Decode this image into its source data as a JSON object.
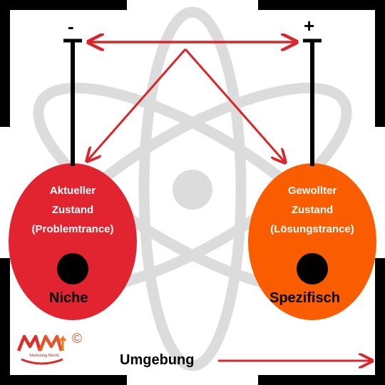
{
  "colors": {
    "accent_red": "#d9262b",
    "current_state_fill": "#e1242f",
    "target_state_fill": "#fa5c00",
    "atom_gray": "#dcdcdc",
    "dot": "#000000"
  },
  "poles": {
    "negative": "-",
    "positive": "+"
  },
  "current_state": {
    "lines": [
      "Aktueller",
      "Zustand",
      "(Problemtrance)"
    ],
    "node_label": "Niche"
  },
  "target_state": {
    "lines": [
      "Gewollter",
      "Zustand",
      "(Lösungstrance)"
    ],
    "node_label": "Spezifisch"
  },
  "environment": {
    "label": "Umgebung"
  },
  "logo": {
    "icon": "marketing-macht-logo",
    "caption": "Marketing Macht",
    "mark": "©"
  }
}
